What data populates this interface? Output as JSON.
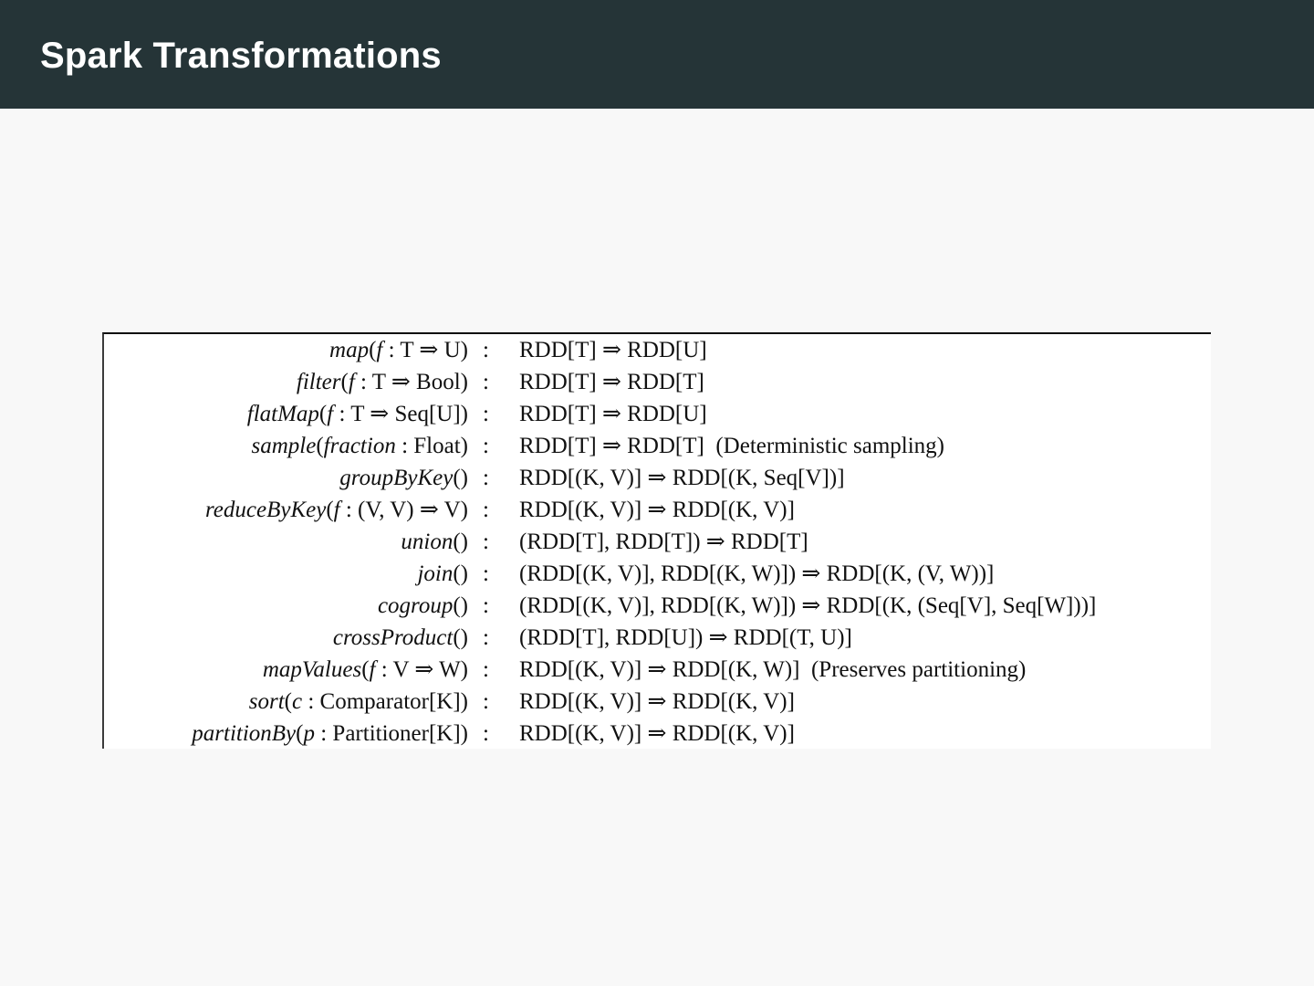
{
  "slide": {
    "title": "Spark Transformations",
    "background_color": "#f8f8f8",
    "header_color": "#253437",
    "title_color": "#ffffff"
  },
  "figure": {
    "caption": "",
    "background_color": "#ffffff",
    "border_color": "#0d0d0d",
    "columns": [
      "signature",
      "separator",
      "type"
    ],
    "separator": ":",
    "rows": [
      {
        "name": "map",
        "signature": "map(f : T ⇒ U)",
        "separator": ":",
        "type": "RDD[T] ⇒ RDD[U]",
        "note": ""
      },
      {
        "name": "filter",
        "signature": "filter(f : T ⇒ Bool)",
        "separator": ":",
        "type": "RDD[T] ⇒ RDD[T]",
        "note": ""
      },
      {
        "name": "flatMap",
        "signature": "flatMap(f : T ⇒ Seq[U])",
        "separator": ":",
        "type": "RDD[T] ⇒ RDD[U]",
        "note": ""
      },
      {
        "name": "sample",
        "signature": "sample(fraction : Float)",
        "separator": ":",
        "type": "RDD[T] ⇒ RDD[T]",
        "note": "(Deterministic sampling)"
      },
      {
        "name": "groupByKey",
        "signature": "groupByKey()",
        "separator": ":",
        "type": "RDD[(K, V)] ⇒ RDD[(K, Seq[V])]",
        "note": ""
      },
      {
        "name": "reduceByKey",
        "signature": "reduceByKey(f : (V, V) ⇒ V)",
        "separator": ":",
        "type": "RDD[(K, V)] ⇒ RDD[(K, V)]",
        "note": ""
      },
      {
        "name": "union",
        "signature": "union()",
        "separator": ":",
        "type": "(RDD[T], RDD[T]) ⇒ RDD[T]",
        "note": ""
      },
      {
        "name": "join",
        "signature": "join()",
        "separator": ":",
        "type": "(RDD[(K, V)], RDD[(K, W)]) ⇒ RDD[(K, (V, W))]",
        "note": ""
      },
      {
        "name": "cogroup",
        "signature": "cogroup()",
        "separator": ":",
        "type": "(RDD[(K, V)], RDD[(K, W)]) ⇒ RDD[(K, (Seq[V], Seq[W]))]",
        "note": ""
      },
      {
        "name": "crossProduct",
        "signature": "crossProduct()",
        "separator": ":",
        "type": "(RDD[T], RDD[U]) ⇒ RDD[(T, U)]",
        "note": ""
      },
      {
        "name": "mapValues",
        "signature": "mapValues(f : V ⇒ W)",
        "separator": ":",
        "type": "RDD[(K, V)] ⇒ RDD[(K, W)]",
        "note": "(Preserves partitioning)"
      },
      {
        "name": "sort",
        "signature": "sort(c : Comparator[K])",
        "separator": ":",
        "type": "RDD[(K, V)] ⇒ RDD[(K, V)]",
        "note": ""
      },
      {
        "name": "partitionBy",
        "signature": "partitionBy(p : Partitioner[K])",
        "separator": ":",
        "type": "RDD[(K, V)] ⇒ RDD[(K, V)]",
        "note": ""
      }
    ]
  }
}
